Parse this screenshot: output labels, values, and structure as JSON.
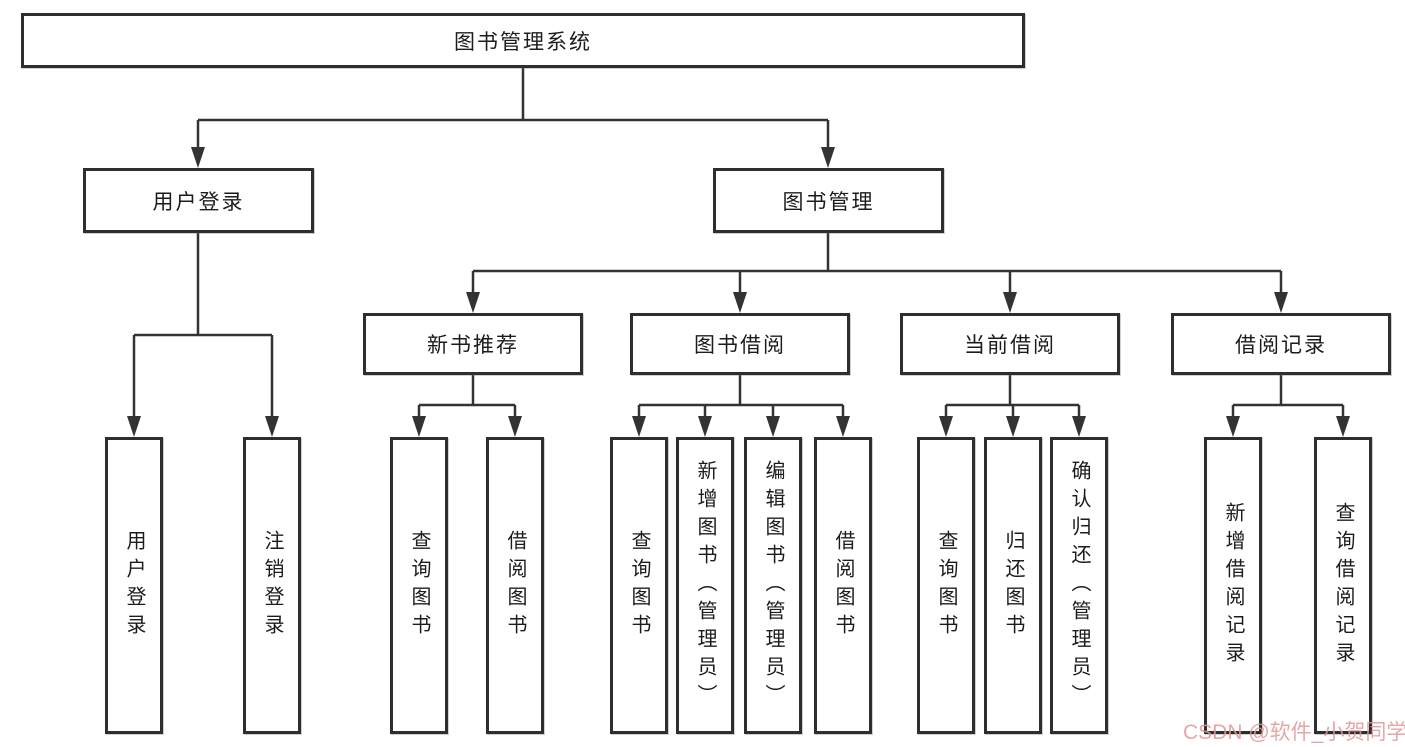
{
  "title": "图书管理系统",
  "watermark": {
    "text": "CSDN @软件_小贺同学",
    "color": "#e09696"
  },
  "colors": {
    "line": "#333333",
    "box_border": "#2e2e2e",
    "text": "#1c1c1c",
    "background": "#ffffff"
  },
  "chart_type_hint": "hierarchy-diagram",
  "nodes": {
    "root": {
      "label": "图书管理系统"
    },
    "level1": [
      {
        "label": "用户登录"
      },
      {
        "label": "图书管理"
      }
    ],
    "level2": [
      {
        "label": "新书推荐"
      },
      {
        "label": "图书借阅"
      },
      {
        "label": "当前借阅"
      },
      {
        "label": "借阅记录"
      }
    ],
    "leaves": {
      "login": [
        "用户登录",
        "注销登录"
      ],
      "recommend": [
        "查询图书",
        "借阅图书"
      ],
      "borrow": [
        "查询图书",
        "新增图书（管理员）",
        "编辑图书（管理员）",
        "借阅图书"
      ],
      "current": [
        "查询图书",
        "归还图书",
        "确认归还（管理员）"
      ],
      "records": [
        "新增借阅记录",
        "查询借阅记录"
      ]
    }
  }
}
